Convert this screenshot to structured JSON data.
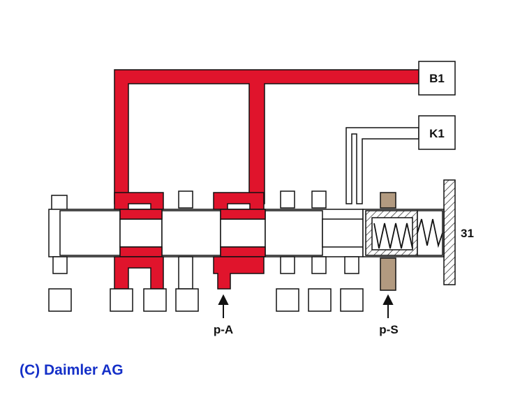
{
  "labels": {
    "b1": "B1",
    "k1": "K1",
    "n31": "31",
    "pa": "p-A",
    "ps": "p-S"
  },
  "copyright": "(C) Daimler AG",
  "colors": {
    "pressure": "#e0142c",
    "supply": "#b29a80",
    "outline": "#111111",
    "copyright": "#1530c8"
  }
}
